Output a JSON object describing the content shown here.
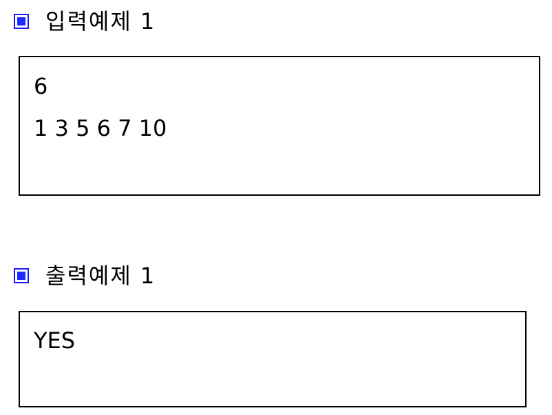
{
  "input_section": {
    "title": "입력예제 1",
    "lines": [
      "6",
      "1 3 5 6 7 10"
    ]
  },
  "output_section": {
    "title": "출력예제 1",
    "lines": [
      "YES"
    ]
  },
  "colors": {
    "icon_border": "#1a1aff",
    "icon_fill": "#1a2cff",
    "box_border": "#000000"
  },
  "icons": {
    "section_marker": "blue-square-icon"
  }
}
